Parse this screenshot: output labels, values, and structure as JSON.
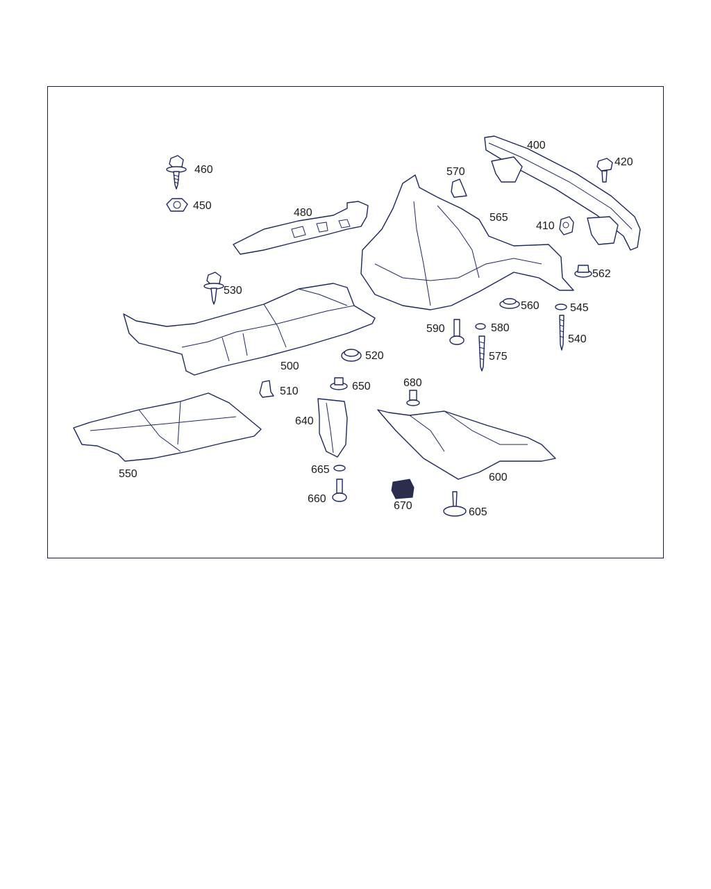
{
  "parts": {
    "p400": "400",
    "p410": "410",
    "p420": "420",
    "p450": "450",
    "p460": "460",
    "p480": "480",
    "p500": "500",
    "p510": "510",
    "p520": "520",
    "p530": "530",
    "p540": "540",
    "p545": "545",
    "p550": "550",
    "p560": "560",
    "p562": "562",
    "p565": "565",
    "p570": "570",
    "p575": "575",
    "p580": "580",
    "p590": "590",
    "p600": "600",
    "p605": "605",
    "p640": "640",
    "p650": "650",
    "p660": "660",
    "p665": "665",
    "p670": "670",
    "p680": "680"
  },
  "colors": {
    "line": "#1c2566",
    "frame": "#1a1a3a",
    "text": "#1a1a1a"
  }
}
